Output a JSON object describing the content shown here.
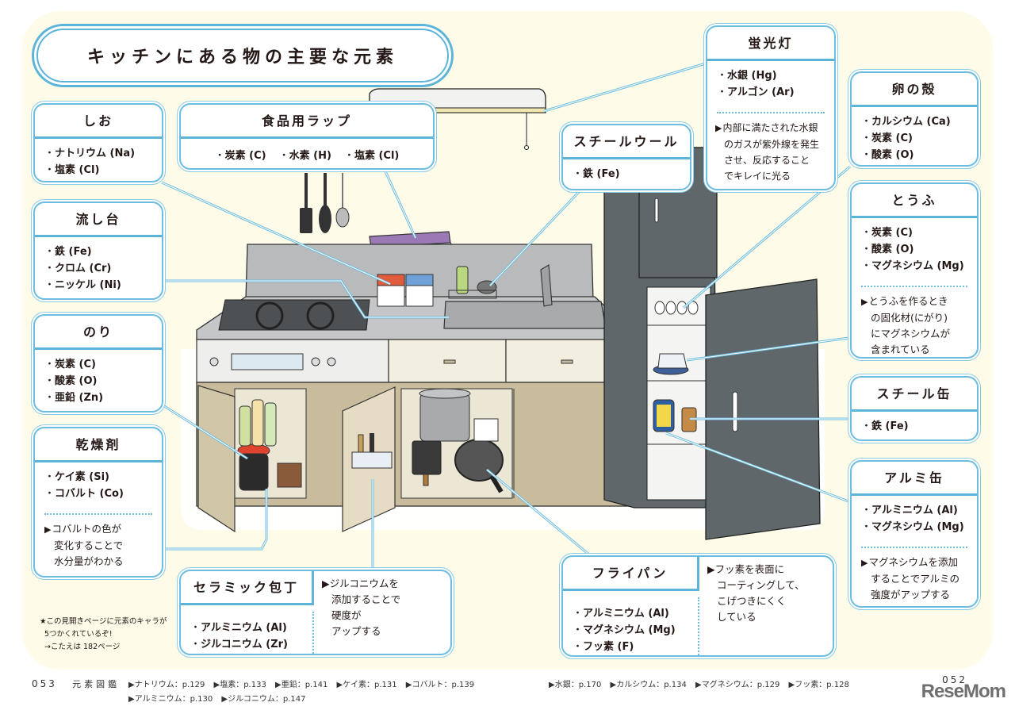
{
  "title": "キッチンにある物の主要な元素",
  "cards": {
    "salt": {
      "title": "しお",
      "items": [
        "ナトリウム (Na)",
        "塩素 (Cl)"
      ]
    },
    "wrap": {
      "title": "食品用ラップ",
      "items": [
        "炭素 (C)",
        "水素 (H)",
        "塩素 (Cl)"
      ]
    },
    "sink": {
      "title": "流し台",
      "items": [
        "鉄 (Fe)",
        "クロム (Cr)",
        "ニッケル (Ni)"
      ]
    },
    "nori": {
      "title": "のり",
      "items": [
        "炭素 (C)",
        "酸素 (O)",
        "亜鉛 (Zn)"
      ]
    },
    "desiccant": {
      "title": "乾燥剤",
      "items": [
        "ケイ素 (Si)",
        "コバルト (Co)"
      ],
      "note": [
        "コバルトの色が",
        "変化することで",
        "水分量がわかる"
      ]
    },
    "knife": {
      "title": "セラミック包丁",
      "items": [
        "アルミニウム (Al)",
        "ジルコニウム (Zr)"
      ],
      "note": [
        "ジルコニウムを",
        "添加することで",
        "硬度が",
        "アップする"
      ]
    },
    "steelwool": {
      "title": "スチールウール",
      "items": [
        "鉄 (Fe)"
      ]
    },
    "fluorescent": {
      "title": "蛍光灯",
      "items": [
        "水銀 (Hg)",
        "アルゴン (Ar)"
      ],
      "note": [
        "内部に満たされた水銀",
        "のガスが紫外線を発生",
        "させ、反応すること",
        "でキレイに光る"
      ]
    },
    "eggshell": {
      "title": "卵の殻",
      "items": [
        "カルシウム (Ca)",
        "炭素 (C)",
        "酸素 (O)"
      ]
    },
    "tofu": {
      "title": "とうふ",
      "items": [
        "炭素 (C)",
        "酸素 (O)",
        "マグネシウム (Mg)"
      ],
      "note": [
        "とうふを作るとき",
        "の固化材(にがり)",
        "にマグネシウムが",
        "含まれている"
      ]
    },
    "steelcan": {
      "title": "スチール缶",
      "items": [
        "鉄 (Fe)"
      ]
    },
    "alcan": {
      "title": "アルミ缶",
      "items": [
        "アルミニウム (Al)",
        "マグネシウム (Mg)"
      ],
      "note": [
        "マグネシウムを添加",
        "することでアルミの",
        "強度がアップする"
      ]
    },
    "pan": {
      "title": "フライパン",
      "items": [
        "アルミニウム (Al)",
        "マグネシウム (Mg)",
        "フッ素 (F)"
      ],
      "note": [
        "フッ素を表面に",
        "コーティングして、",
        "こげつきにくく",
        "している"
      ]
    }
  },
  "star_note": [
    "★この見開きページに元素のキャラが",
    "5つかくれているぞ!",
    "→こたえは 182ページ"
  ],
  "footer": {
    "left_page": "053",
    "book_title": "元素図鑑",
    "refs_line1": [
      "▶ナトリウム：p.129",
      "▶塩素：p.133",
      "▶亜鉛：p.141",
      "▶ケイ素：p.131",
      "▶コバルト：p.139"
    ],
    "refs_line2": [
      "▶アルミニウム：p.130",
      "▶ジルコニウム：p.147"
    ],
    "refs_right": [
      "▶水銀：p.170",
      "▶カルシウム：p.134",
      "▶マグネシウム：p.129",
      "▶フッ素：p.128"
    ],
    "right_page": "052",
    "watermark": "ReseMom"
  },
  "colors": {
    "accent": "#5db4d9",
    "cream": "#fefbe9",
    "fridge": "#5f676b",
    "cabinet": "#c9bc9d",
    "counter": "#b9babb"
  }
}
